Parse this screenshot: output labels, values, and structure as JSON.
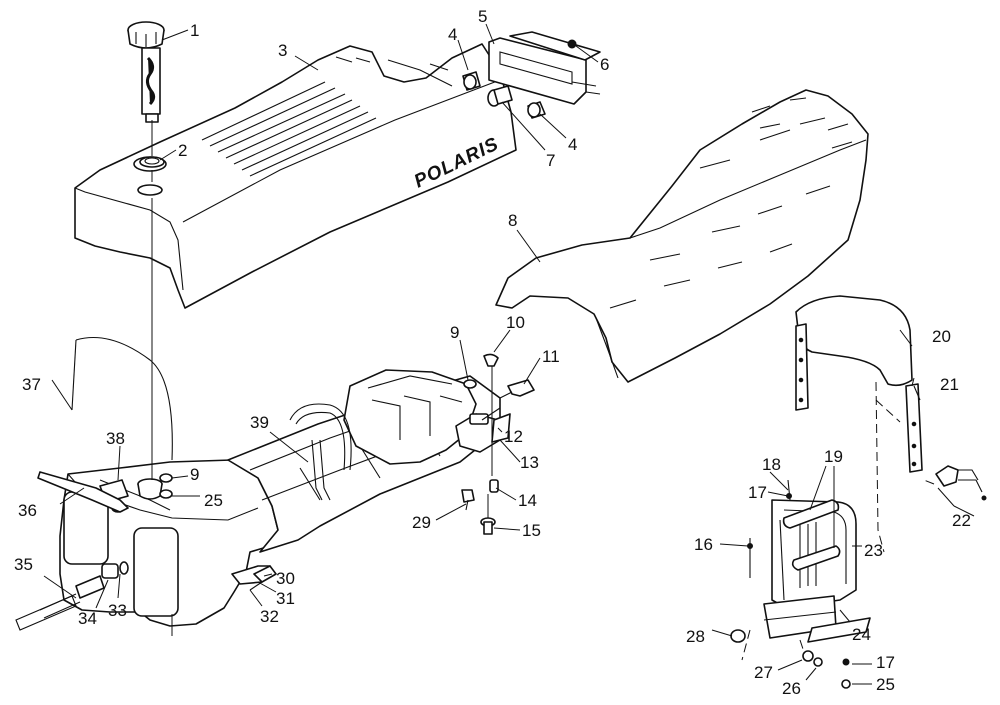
{
  "brand_text": "POLARIS",
  "callouts": {
    "c1": "1",
    "c2": "2",
    "c3": "3",
    "c4a": "4",
    "c4b": "4",
    "c5": "5",
    "c6": "6",
    "c7": "7",
    "c8": "8",
    "c9a": "9",
    "c9b": "9",
    "c10": "10",
    "c11": "11",
    "c12": "12",
    "c13": "13",
    "c14": "14",
    "c15": "15",
    "c16": "16",
    "c17a": "17",
    "c17b": "17",
    "c18": "18",
    "c19": "19",
    "c20": "20",
    "c21": "21",
    "c22": "22",
    "c23": "23",
    "c24": "24",
    "c25a": "25",
    "c25b": "25",
    "c26": "26",
    "c27": "27",
    "c28": "28",
    "c29": "29",
    "c30": "30",
    "c31": "31",
    "c32": "32",
    "c33": "33",
    "c34": "34",
    "c35": "35",
    "c36": "36",
    "c37": "37",
    "c38": "38",
    "c39": "39"
  },
  "colors": {
    "line": "#111111",
    "background": "#ffffff"
  }
}
